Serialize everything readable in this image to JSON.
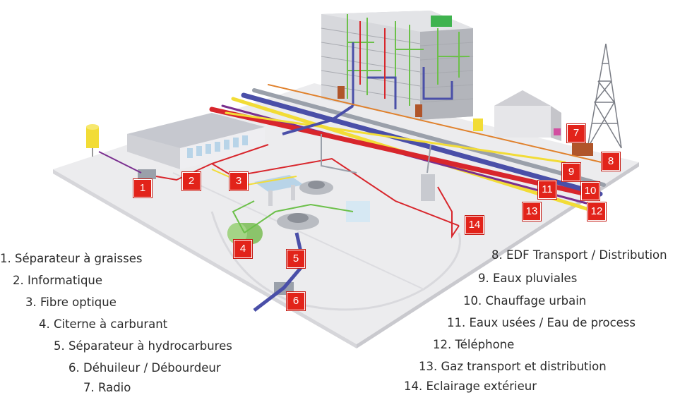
{
  "badges": [
    "1",
    "2",
    "3",
    "4",
    "5",
    "6",
    "7",
    "8",
    "9",
    "10",
    "11",
    "12",
    "13",
    "14"
  ],
  "legend_left": [
    "1. Séparateur à graisses",
    "2. Informatique",
    "3. Fibre optique",
    "4. Citerne à carburant",
    "5. Séparateur à hydrocarbures",
    "6. Déhuileur / Débourdeur",
    "7. Radio"
  ],
  "legend_right": [
    "8. EDF Transport / Distribution",
    "9. Eaux pluviales",
    "10. Chauffage urbain",
    "11. Eaux usées / Eau de process",
    "12. Téléphone",
    "13. Gaz transport et distribution",
    "14. Eclairage extérieur"
  ],
  "colors": {
    "ground": "#ececee",
    "ground_edge": "#d6d6da",
    "badge": "#e2231a",
    "pipe_red": "#d8262c",
    "pipe_blue": "#4a4fa8",
    "pipe_yellow": "#f2dc36",
    "pipe_purple": "#7a2f8f",
    "pipe_orange": "#e0812c",
    "pipe_green": "#6cc04a",
    "pipe_grey": "#9aa0aa"
  }
}
